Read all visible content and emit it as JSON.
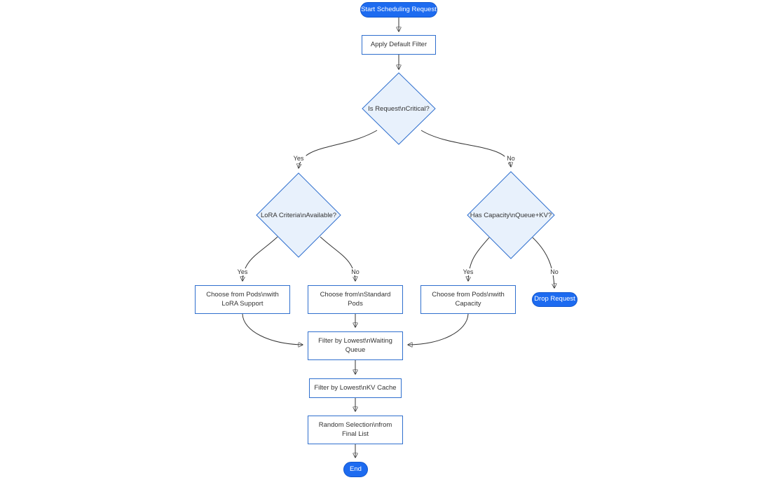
{
  "diagram": {
    "type": "flowchart",
    "nodes": {
      "start": "Start Scheduling Request",
      "apply_filter": "Apply Default Filter",
      "is_critical": "Is Request\\nCritical?",
      "lora_criteria": "LoRA Criteria\\nAvailable?",
      "has_capacity": "Has Capacity\\nQueue+KV?",
      "choose_lora": "Choose from Pods\\nwith LoRA Support",
      "choose_standard": "Choose from\\nStandard Pods",
      "choose_capacity": "Choose from Pods\\nwith Capacity",
      "drop_request": "Drop Request",
      "filter_waiting": "Filter by Lowest\\nWaiting Queue",
      "filter_kv": "Filter by Lowest\\nKV Cache",
      "random_selection": "Random Selection\\nfrom Final List",
      "end": "End"
    },
    "edge_labels": {
      "critical_yes": "Yes",
      "critical_no": "No",
      "lora_yes": "Yes",
      "lora_no": "No",
      "capacity_yes": "Yes",
      "capacity_no": "No"
    },
    "colors": {
      "terminal_fill": "#1d6bf0",
      "terminal_border": "#1356cc",
      "terminal_text": "#ffffff",
      "node_border": "#2f6fce",
      "node_fill": "#ffffff",
      "decision_fill": "#e8f1fc",
      "edge_stroke": "#333333",
      "label_text": "#333333"
    }
  }
}
